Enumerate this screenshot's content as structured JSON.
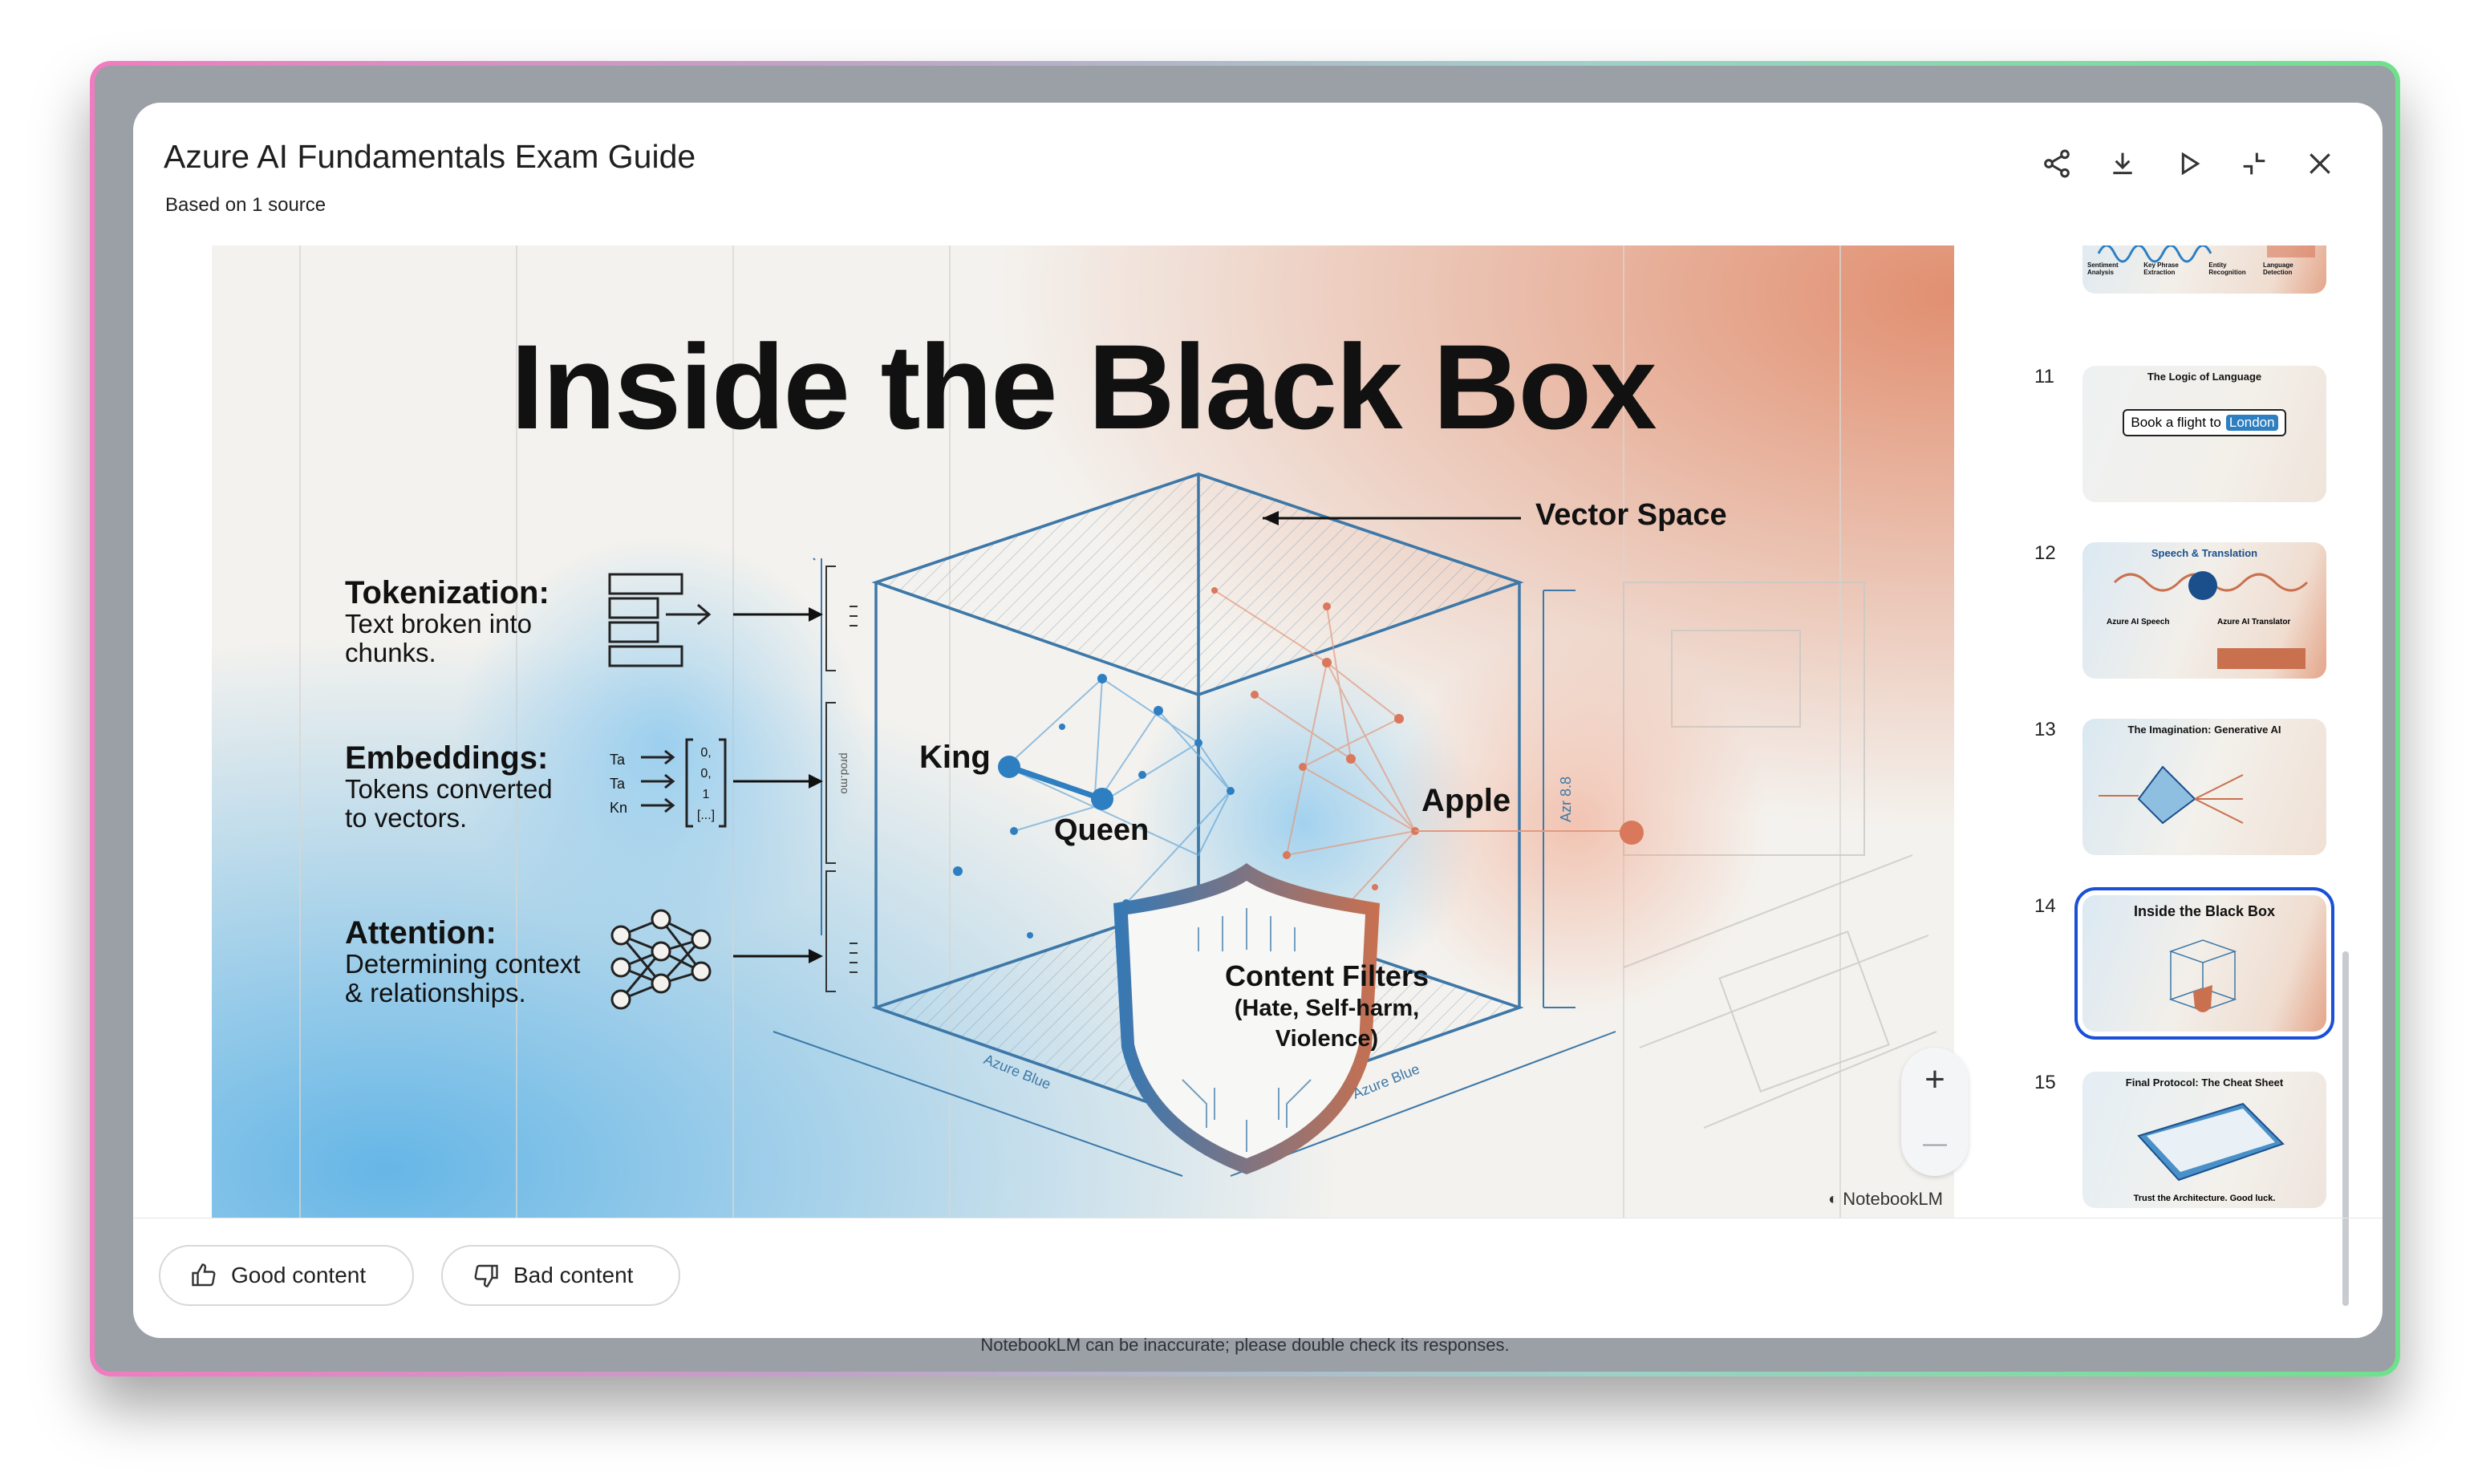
{
  "window": {
    "footer_note": "NotebookLM can be inaccurate; please double check its responses."
  },
  "header": {
    "title": "Azure AI Fundamentals Exam Guide",
    "subtitle": "Based on 1 source"
  },
  "toolbar": {
    "share_icon": "share-icon",
    "download_icon": "download-icon",
    "play_icon": "play-icon",
    "collapse_icon": "collapse-icon",
    "close_icon": "close-icon"
  },
  "slide": {
    "title": "Inside the Black Box",
    "vector_space_label": "Vector Space",
    "tokenization_heading": "Tokenization:",
    "tokenization_line1": "Text broken into",
    "tokenization_line2": "chunks.",
    "embeddings_heading": "Embeddings:",
    "embeddings_line1": "Tokens converted",
    "embeddings_line2": "to vectors.",
    "attention_heading": "Attention:",
    "attention_line1": "Determining context",
    "attention_line2": "& relationships.",
    "token_labels": [
      "Ta",
      "Ta",
      "Kn"
    ],
    "vector_values": [
      "0,",
      "0,",
      "1",
      "[...]"
    ],
    "node_king": "King",
    "node_queen": "Queen",
    "node_apple": "Apple",
    "shield_title": "Content Filters",
    "shield_line1": "(Hate, Self-harm,",
    "shield_line2": "Violence)",
    "dim_label_left": "Azure Blue",
    "dim_label_right": "Azure Blue",
    "dim_label_vertical": "Azr 8.8",
    "dim_label_small": "prod.mo",
    "brand": "NotebookLM",
    "accent_blue": "#2d7fc1",
    "accent_orange": "#d9785a"
  },
  "zoom": {
    "plus": "+",
    "minus": "—"
  },
  "thumbnails": [
    {
      "num": "",
      "title": "",
      "lines": [
        "Sentiment Analysis",
        "Key Phrase Extraction",
        "Entity Recognition",
        "Language Detection"
      ]
    },
    {
      "num": "11",
      "title": "The Logic of Language",
      "phrase_a": "Book a flight to",
      "phrase_b": "London"
    },
    {
      "num": "12",
      "title": "Speech & Translation",
      "left": "Azure AI Speech",
      "right": "Azure AI Translator"
    },
    {
      "num": "13",
      "title": "The Imagination: Generative AI"
    },
    {
      "num": "14",
      "title": "Inside the Black Box"
    },
    {
      "num": "15",
      "title": "Final Protocol: The Cheat Sheet",
      "footer": "Trust the Architecture. Good luck."
    }
  ],
  "feedback": {
    "good": "Good content",
    "bad": "Bad content"
  }
}
